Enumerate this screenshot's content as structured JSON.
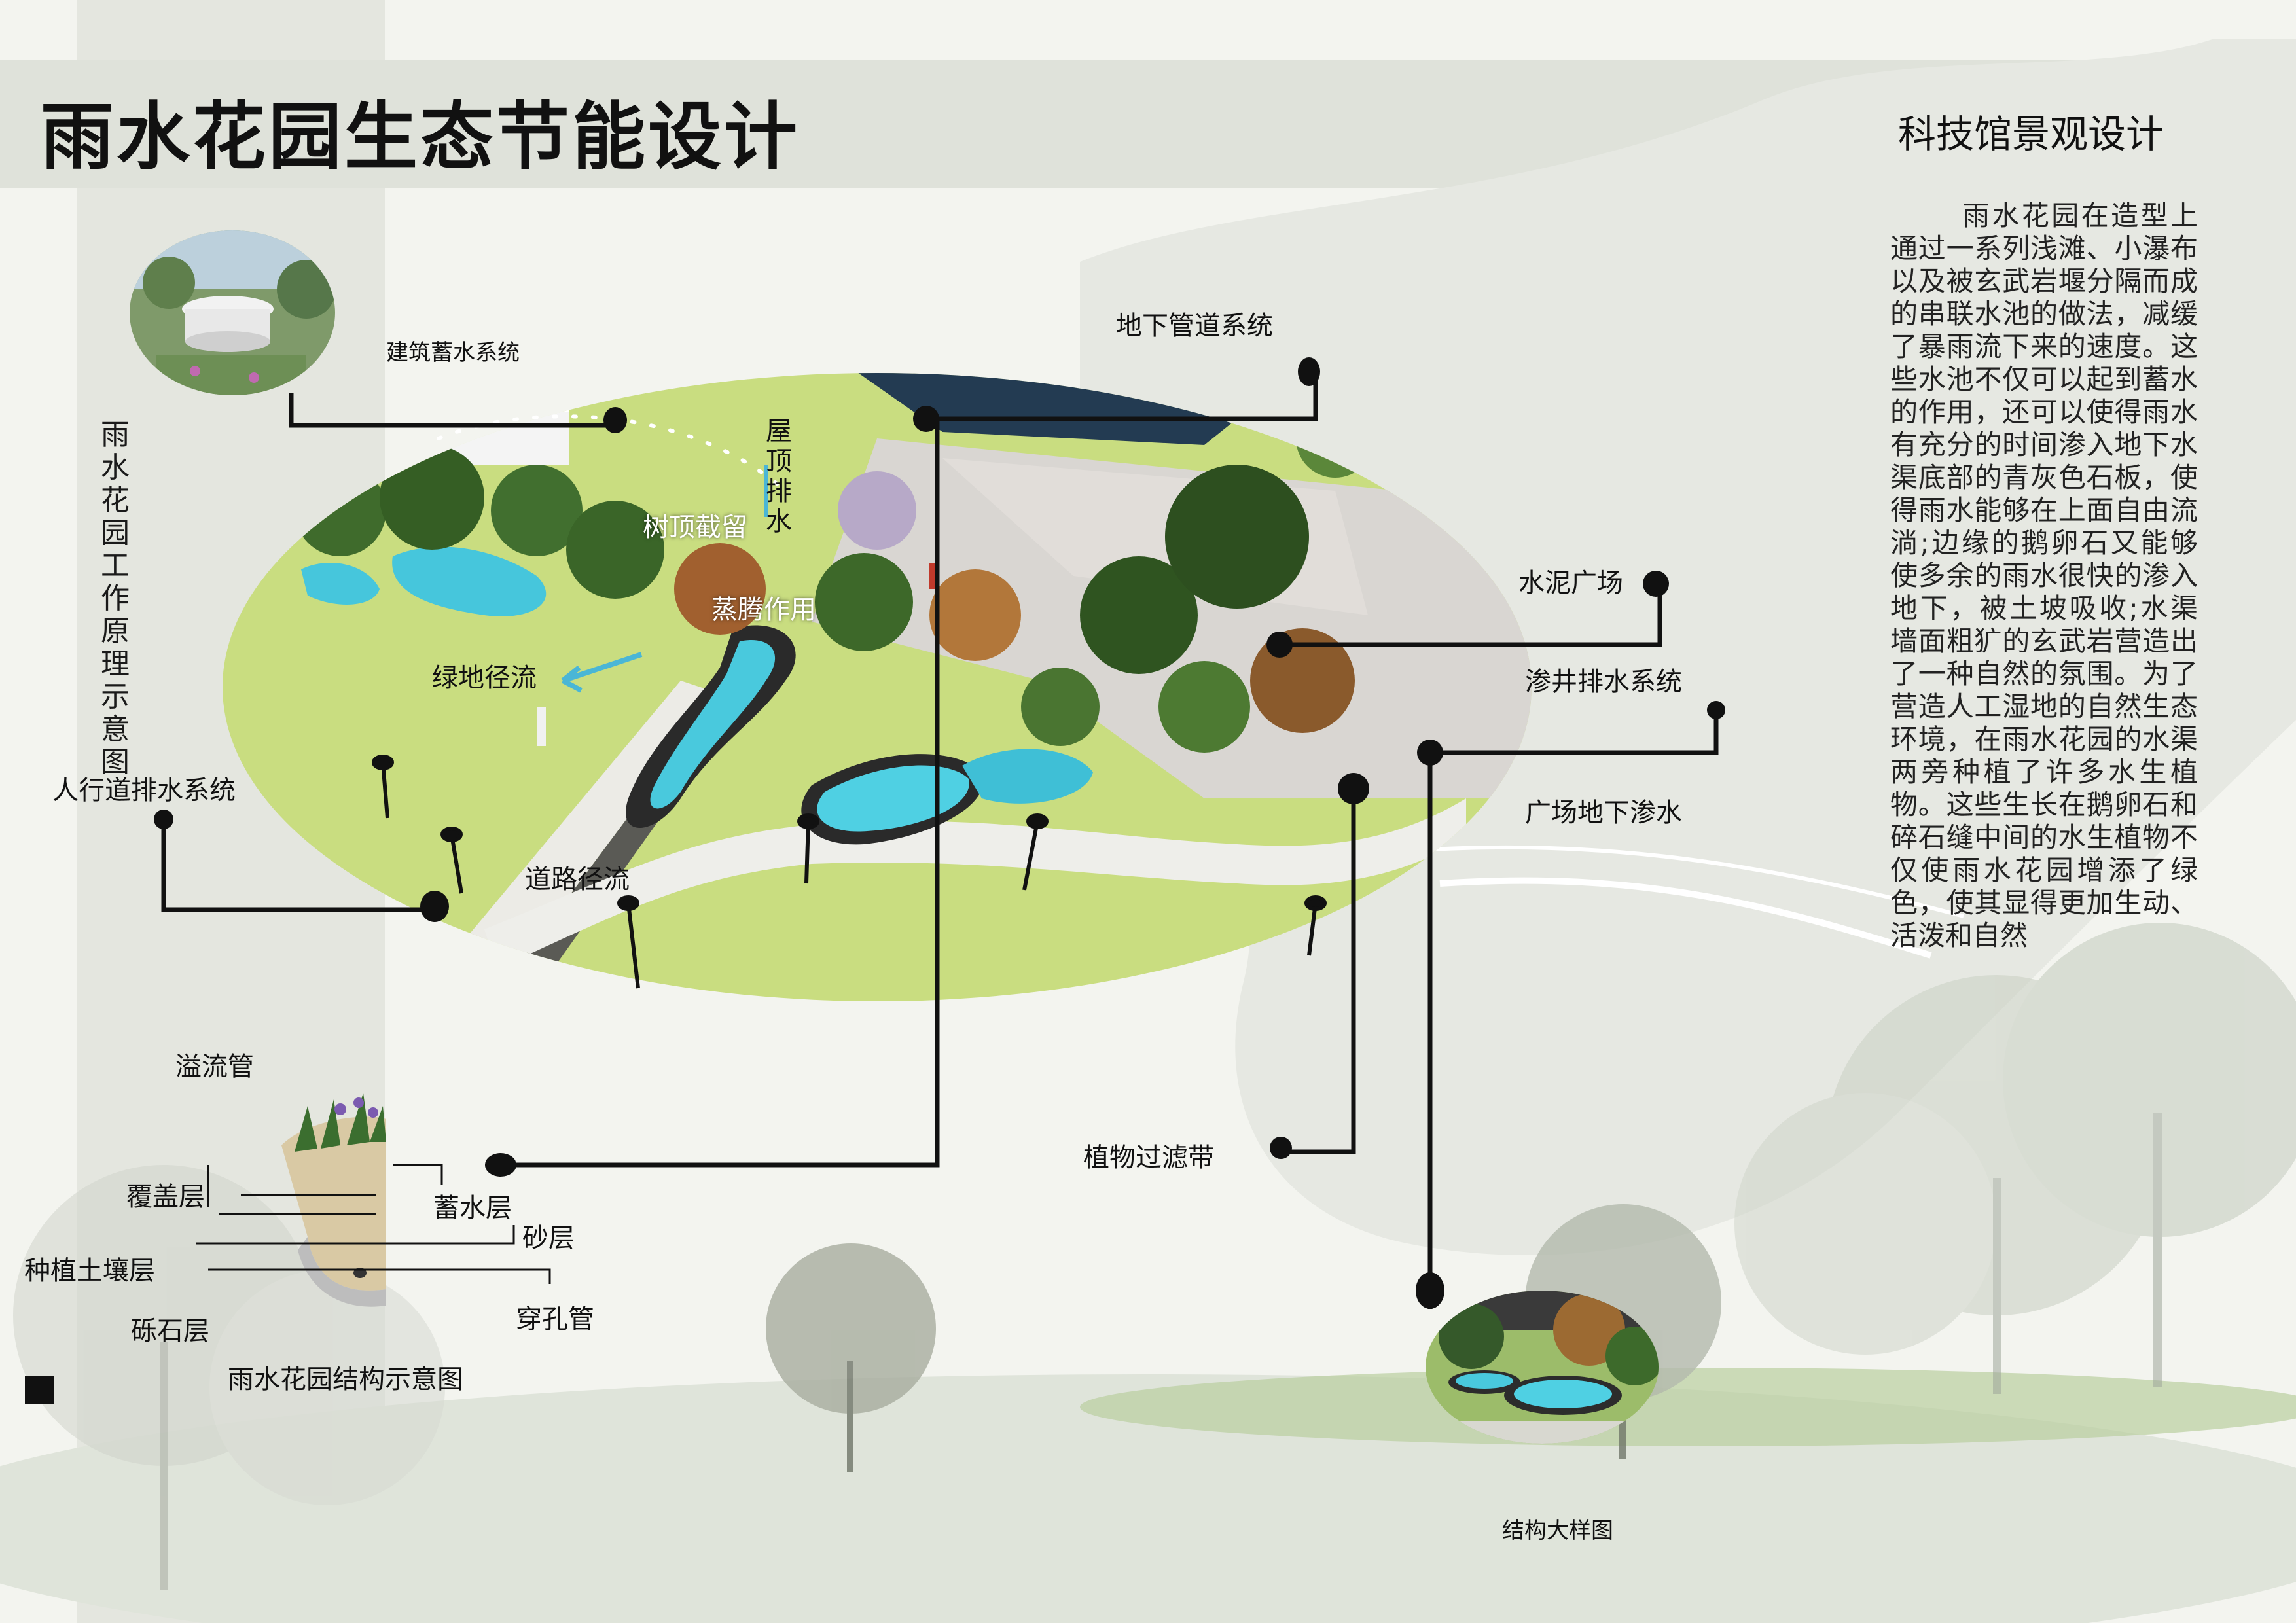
{
  "header": {
    "title": "雨水花园生态节能设计",
    "subtitle": "科技馆景观设计"
  },
  "description": "雨水花园在造型上通过一系列浅滩、小瀑布以及被玄武岩堰分隔而成的串联水池的做法，减缓了暴雨流下来的速度。这些水池不仅可以起到蓄水的作用，还可以使得雨水有充分的时间渗入地下水渠底部的青灰色石板，使得雨水能够在上面自由流淌;边缘的鹅卵石又能够使多余的雨水很快的渗入地下，被土坡吸收;水渠墙面粗犷的玄武岩营造出了一种自然的氛围。为了营造人工湿地的自然生态环境，在雨水花园的水渠两旁种植了许多水生植物。这些生长在鹅卵石和碎石缝中间的水生植物不仅使雨水花园增添了绿色，使其显得更加生动、活泼和自然",
  "vertical_title": "雨水花园工作原理示意图",
  "plan_labels": {
    "building_storage": "建筑蓄水系统",
    "underground_pipe": "地下管道系统",
    "roof_drain": "屋顶排水",
    "canopy_intercept": "树顶截留",
    "evaporation": "蒸腾作用",
    "green_runoff": "绿地径流",
    "cement_plaza": "水泥广场",
    "seepage_well": "渗井排水系统",
    "sidewalk_drain": "人行道排水系统",
    "plaza_infiltration": "广场地下渗水",
    "road_runoff": "道路径流",
    "plant_filter": "植物过滤带"
  },
  "structure": {
    "overflow_pipe": "溢流管",
    "cover_layer": "覆盖层",
    "storage_layer": "蓄水层",
    "sand_layer": "砂层",
    "planting_soil": "种植土壤层",
    "perforated_pipe": "穿孔管",
    "gravel_layer": "砾石层",
    "caption": "雨水花园结构示意图"
  },
  "detail_caption": "结构大样图",
  "colors": {
    "lawn": "#c6dc7a",
    "water": "#47c8de",
    "header_band": "#dfe2da",
    "leader": "#111111"
  }
}
